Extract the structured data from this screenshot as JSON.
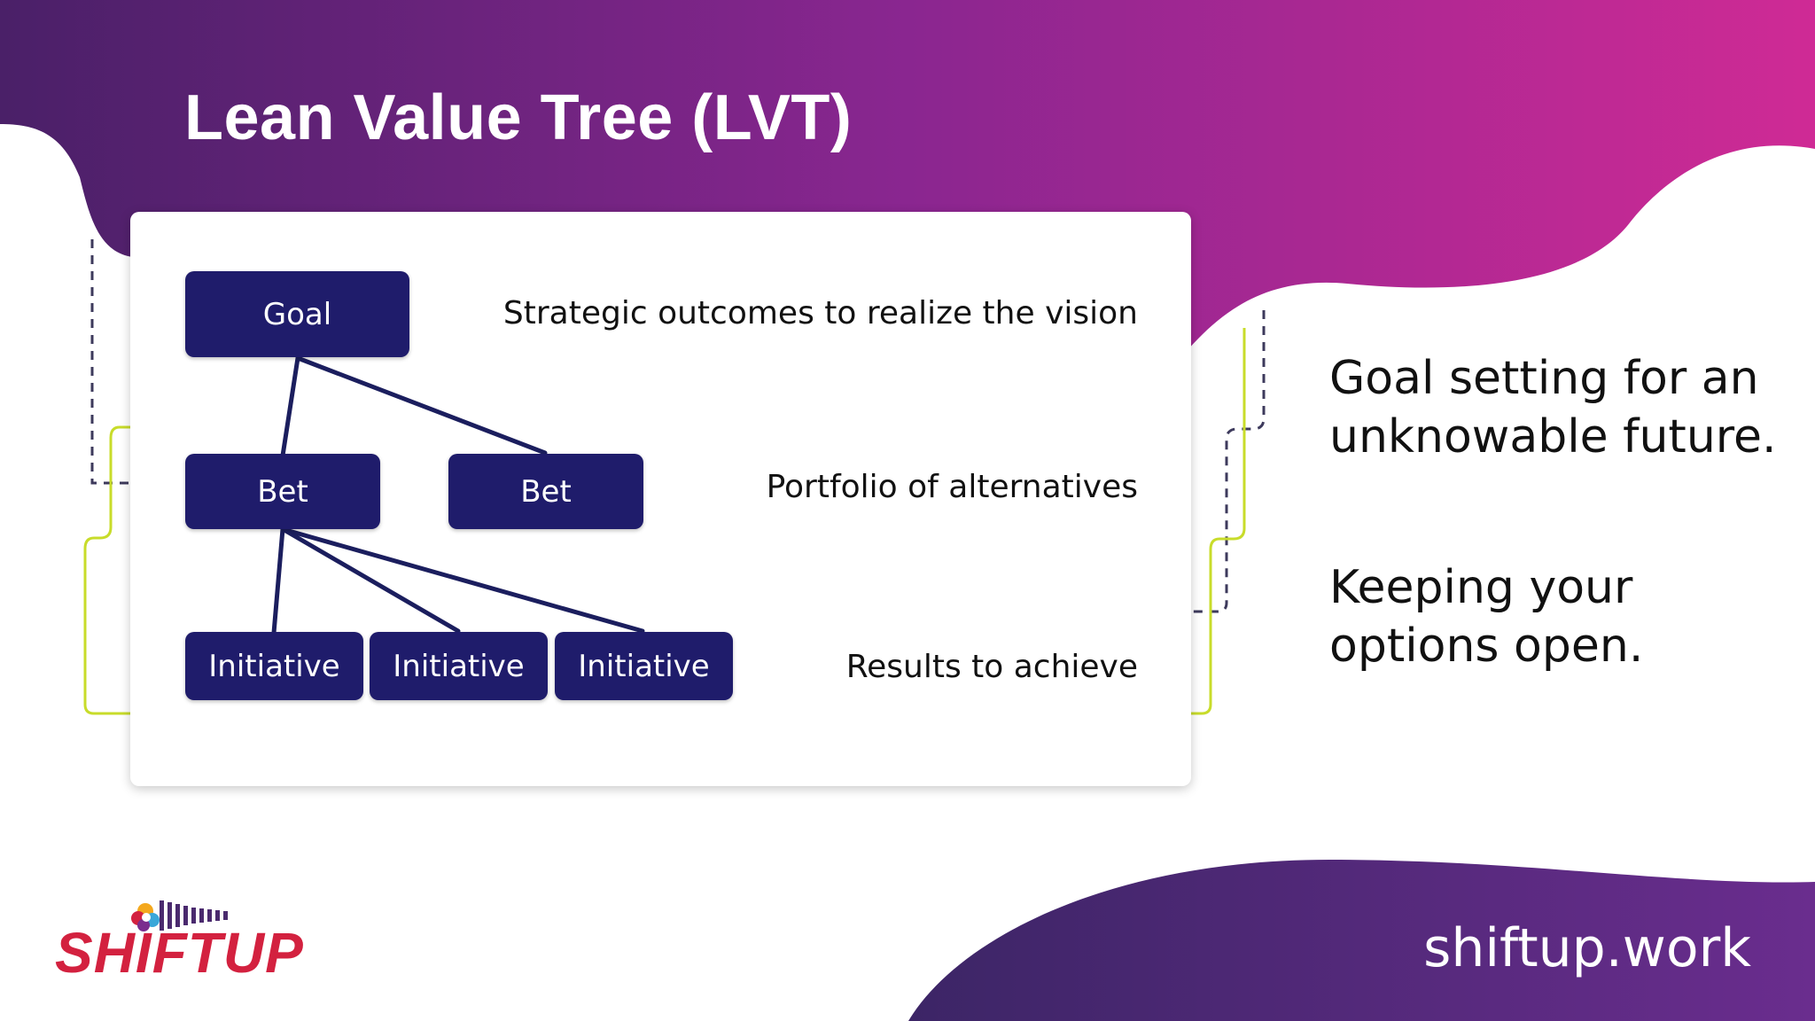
{
  "slide": {
    "title": "Lean Value Tree (LVT)",
    "tree": {
      "goal": "Goal",
      "bets": [
        "Bet",
        "Bet"
      ],
      "initiatives": [
        "Initiative",
        "Initiative",
        "Initiative"
      ]
    },
    "levels": {
      "goal": "Strategic outcomes to realize the vision",
      "bet": "Portfolio of alternatives",
      "initiative": "Results to achieve"
    },
    "side": {
      "line1a": "Goal setting for an",
      "line1b": "unknowable future.",
      "line2a": "Keeping your",
      "line2b": "options open."
    },
    "brand": {
      "logo_text": "SHIFTUP",
      "website": "shiftup.work"
    },
    "colors": {
      "node_fill": "#1f1c6b",
      "gradient_start": "#4a2068",
      "gradient_end": "#cf2a95",
      "accent_lime": "#c8dc2a",
      "logo_red": "#d3213f"
    }
  }
}
